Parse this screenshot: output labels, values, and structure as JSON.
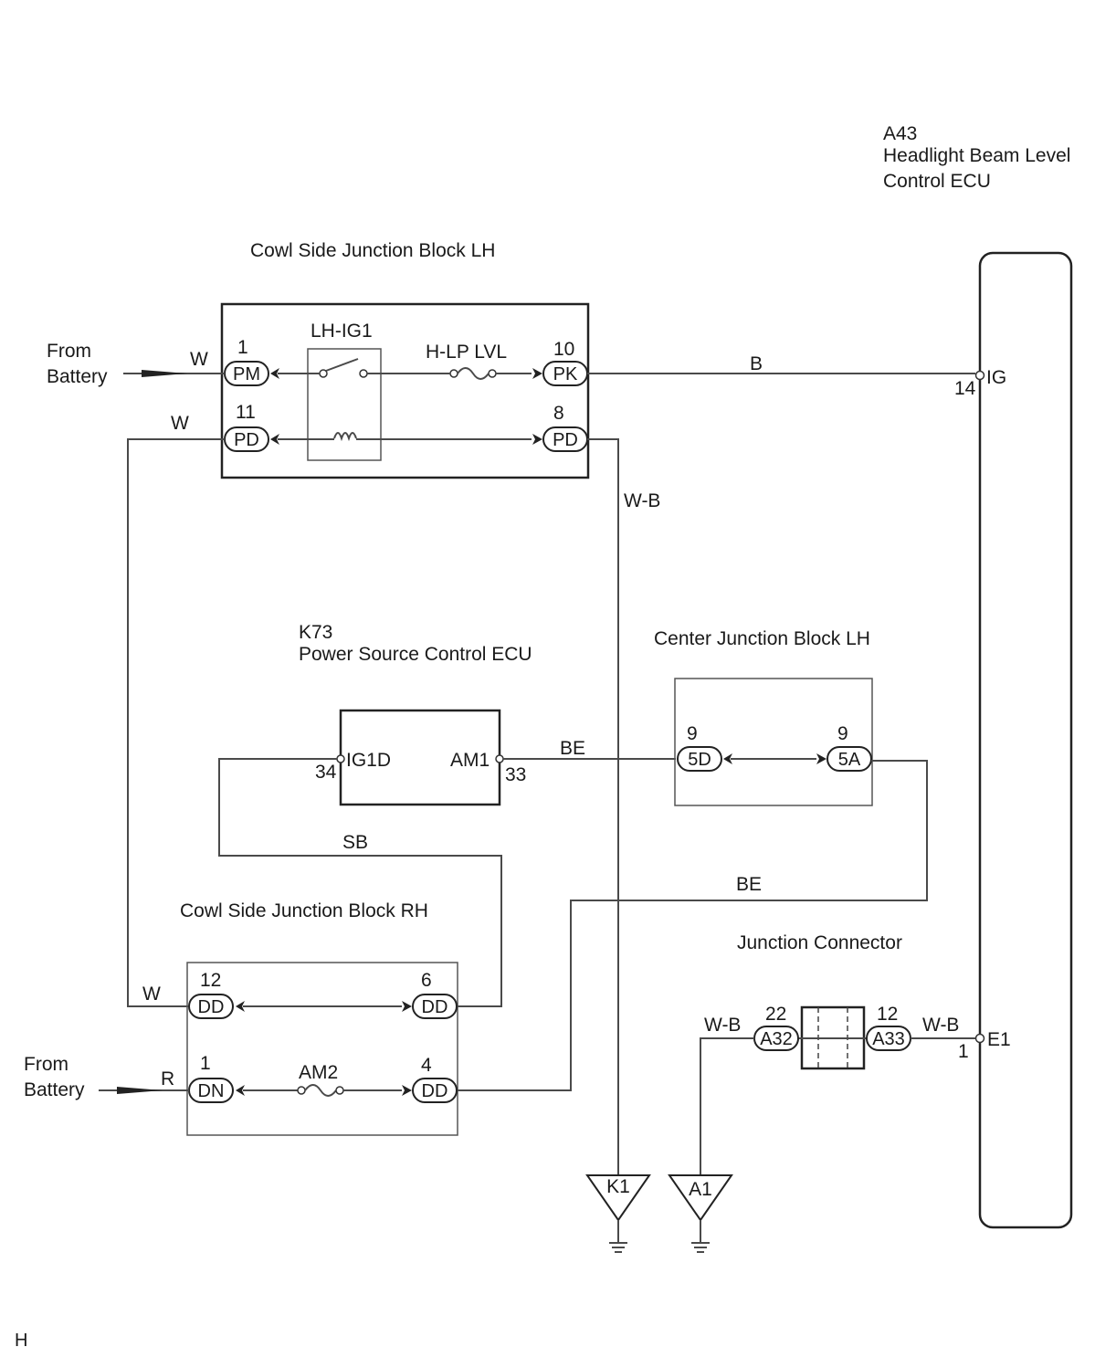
{
  "page_marker": "H",
  "ecu_a43": {
    "code": "A43",
    "name_line1": "Headlight Beam Level",
    "name_line2": "Control ECU",
    "pin_ig_num": "14",
    "pin_ig_name": "IG",
    "pin_e1_num": "1",
    "pin_e1_name": "E1"
  },
  "cowl_lh": {
    "title": "Cowl Side Junction Block LH",
    "relay": "LH-IG1",
    "fuse": "H-LP LVL",
    "left_top": {
      "num": "1",
      "code": "PM"
    },
    "left_bot": {
      "num": "11",
      "code": "PD"
    },
    "right_top": {
      "num": "10",
      "code": "PK"
    },
    "right_bot": {
      "num": "8",
      "code": "PD"
    }
  },
  "from_battery_1": {
    "line1": "From",
    "line2": "Battery",
    "wire": "W"
  },
  "from_battery_2": {
    "line1": "From",
    "line2": "Battery",
    "wire": "R"
  },
  "wires": {
    "w_left": "W",
    "w_left_rh": "W",
    "b_top": "B",
    "wb_vertical": "W-B",
    "be_top": "BE",
    "sb": "SB",
    "be_bottom": "BE",
    "wb_a32": "W-B",
    "wb_a33": "W-B"
  },
  "ecu_k73": {
    "code": "K73",
    "name": "Power Source Control ECU",
    "pin_ig1d_name": "IG1D",
    "pin_ig1d_num": "34",
    "pin_am1_name": "AM1",
    "pin_am1_num": "33"
  },
  "center_jb": {
    "title": "Center Junction Block LH",
    "left": {
      "num": "9",
      "code": "5D"
    },
    "right": {
      "num": "9",
      "code": "5A"
    }
  },
  "cowl_rh": {
    "title": "Cowl Side Junction Block RH",
    "fuse": "AM2",
    "left_top": {
      "num": "12",
      "code": "DD"
    },
    "right_top": {
      "num": "6",
      "code": "DD"
    },
    "left_bot": {
      "num": "1",
      "code": "DN"
    },
    "right_bot": {
      "num": "4",
      "code": "DD"
    }
  },
  "junction_connector": {
    "title": "Junction Connector",
    "left": {
      "num": "22",
      "code": "A32"
    },
    "right": {
      "num": "12",
      "code": "A33"
    }
  },
  "grounds": {
    "g1": "K1",
    "g2": "A1"
  }
}
